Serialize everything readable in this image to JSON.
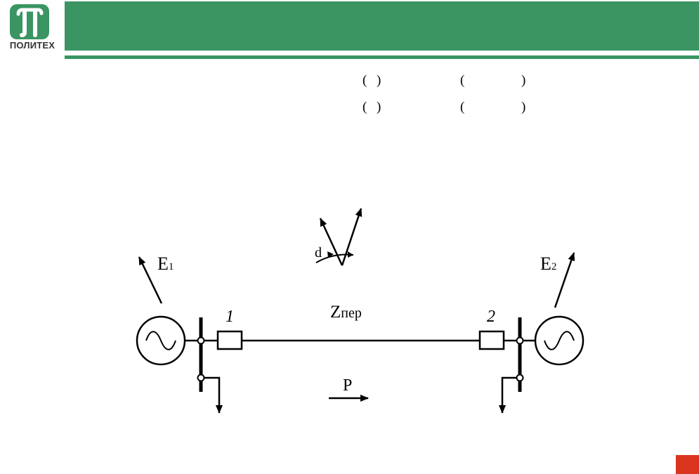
{
  "header": {
    "logo_text": "ПОЛИТЕХ",
    "logo_icon": "pi-logo-icon",
    "brand_color": "#3a9562"
  },
  "text_rows": [
    [
      "(",
      ")",
      "(",
      ")"
    ],
    [
      "(",
      ")",
      "(",
      ")"
    ]
  ],
  "diagram": {
    "e1_label": "E",
    "e1_sub": "1",
    "e2_label": "E",
    "e2_sub": "2",
    "node1_label": "1",
    "node2_label": "2",
    "line_label_main": "Z",
    "line_label_sub": "пер",
    "power_label": "P",
    "angle_label": "d"
  },
  "footer": {
    "marker_color": "#d9351f"
  }
}
